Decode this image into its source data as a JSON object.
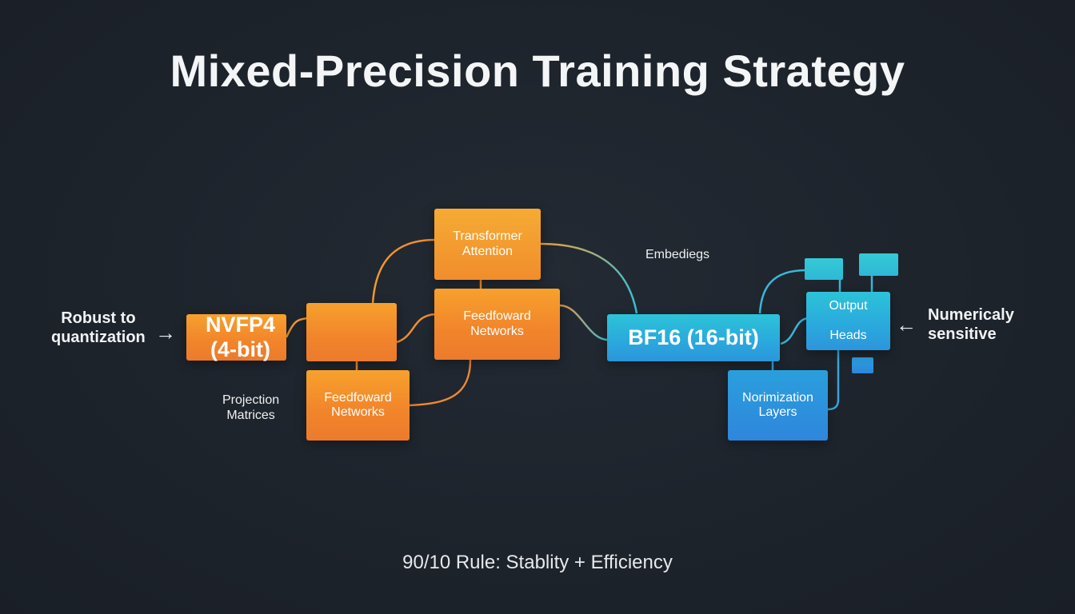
{
  "title": "Mixed-Precision Training Strategy",
  "footer": "90/10 Rule: Stablity + Efficiency",
  "left_note": "Robust to\nquantization",
  "right_note": "Numericaly\nsensitive",
  "projection_label": "Projection\nMatrices",
  "embeddings_label": "Embediegs",
  "nodes": {
    "nvfp4": "NVFP4 (4-bit)",
    "transformer_attention": "Transformer\nAttention",
    "feedforward_top": "Feedfoward\nNetworks",
    "feedforward_bottom": "Feedfoward\nNetworks",
    "bf16": "BF16 (16-bit)",
    "output_heads": "Output\n\nHeads",
    "normalization_layers": "Norimization\nLayers"
  },
  "arrows": {
    "left": "→",
    "right": "←"
  },
  "colors": {
    "orange": "#f2862b",
    "blue": "#2aa8dd",
    "teal": "#34cad6",
    "background": "#1f252d"
  }
}
